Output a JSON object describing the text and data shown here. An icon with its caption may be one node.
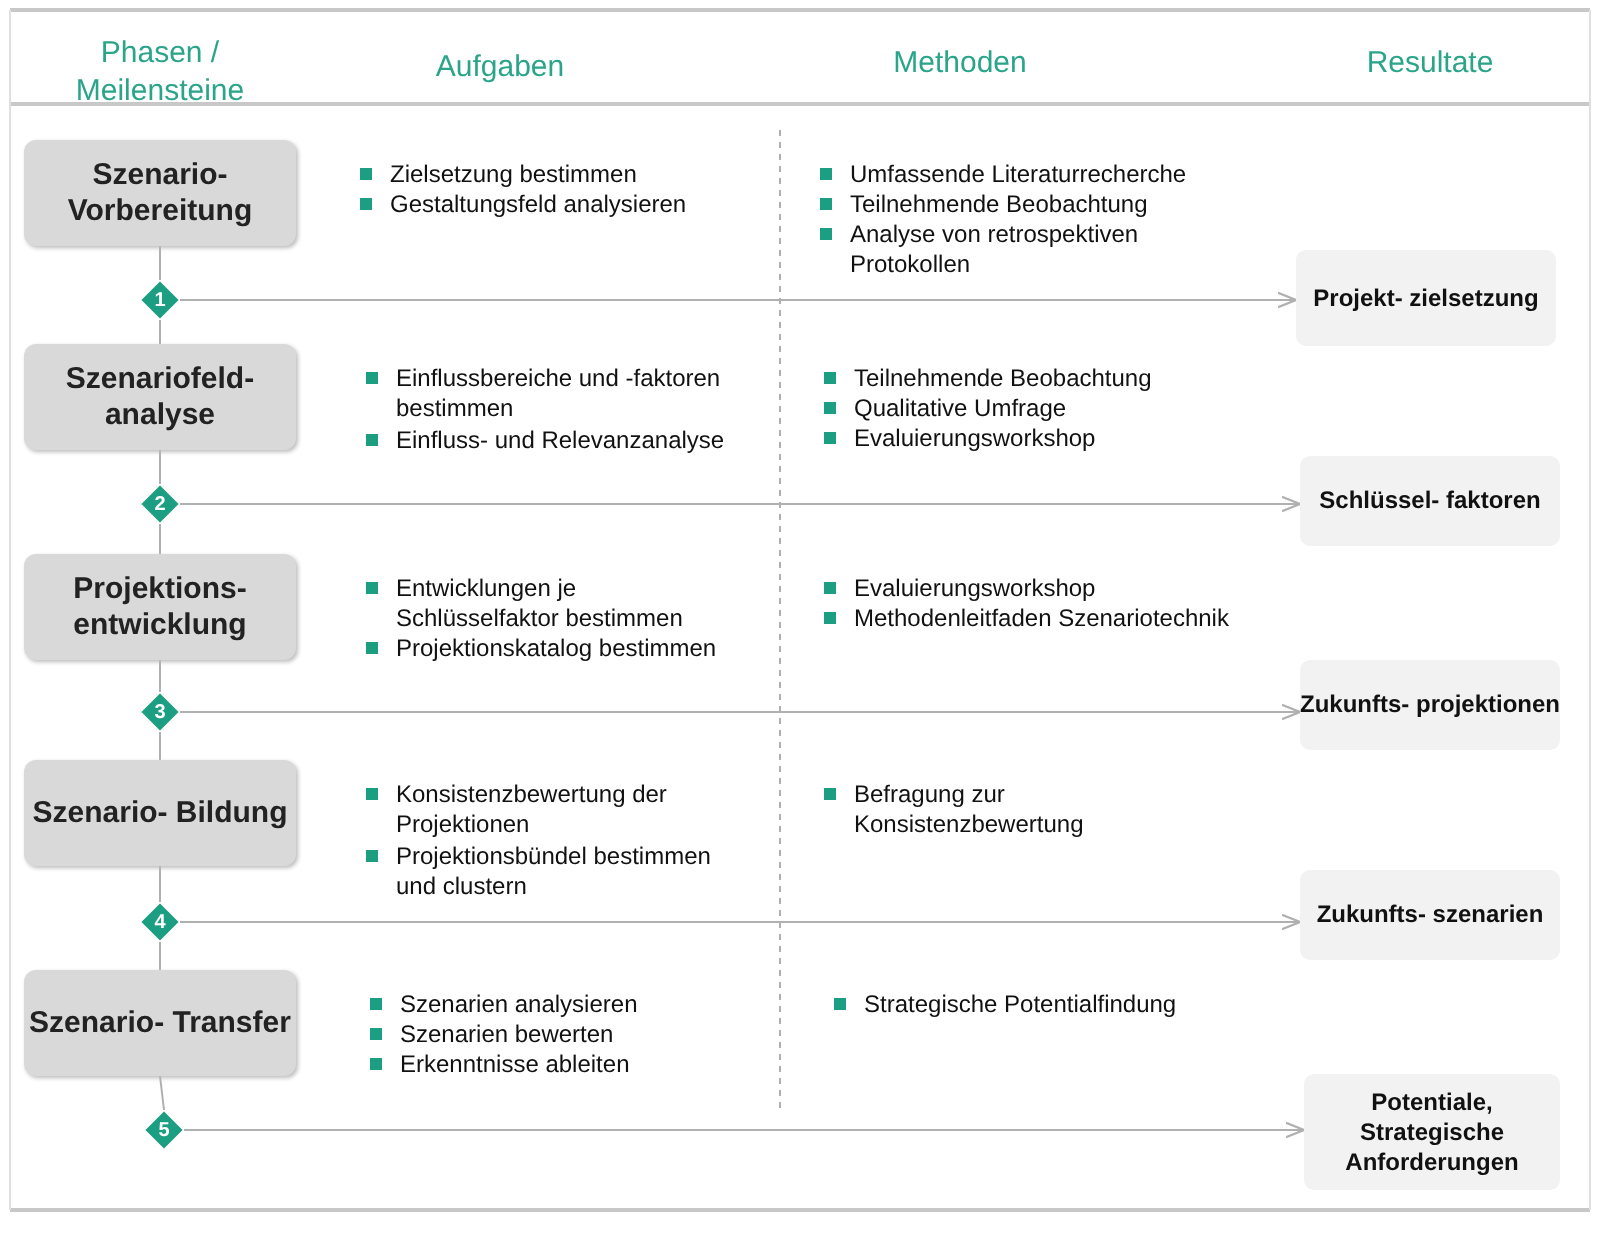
{
  "diagram": {
    "nodes": [
      {
        "text": [
          "Szenario- Vorbereitung"
        ]
      },
      {
        "text": [
          "1"
        ]
      },
      {
        "text": [
          "Projekt- zielsetzung"
        ]
      },
      {
        "text": [
          "Szenariofeld- analyse"
        ]
      },
      {
        "text": [
          "2"
        ]
      },
      {
        "text": [
          "Schlüssel- faktoren"
        ]
      },
      {
        "text": [
          "Projektions- entwicklung"
        ]
      },
      {
        "text": [
          "3"
        ]
      },
      {
        "text": [
          "Zukunfts- projektionen"
        ]
      },
      {
        "text": [
          "Szenario- Bildung"
        ]
      },
      {
        "text": [
          "4"
        ]
      },
      {
        "text": [
          "Zukunfts- szenarien"
        ]
      },
      {
        "text": [
          "Szenario- Transfer"
        ]
      },
      {
        "text": [
          "5"
        ]
      },
      {
        "text": [
          "Potentiale, Strategische Anforderungen"
        ]
      }
    ],
    "edges": [
      {
        "from": 0,
        "to": 1,
        "arrow": "none"
      },
      {
        "from": 1,
        "to": 2,
        "arrow": "to"
      },
      {
        "from": 1,
        "to": 3,
        "arrow": "none"
      },
      {
        "from": 3,
        "to": 4,
        "arrow": "none"
      },
      {
        "from": 4,
        "to": 5,
        "arrow": "to"
      },
      {
        "from": 4,
        "to": 6,
        "arrow": "none"
      },
      {
        "from": 6,
        "to": 7,
        "arrow": "none"
      },
      {
        "from": 7,
        "to": 8,
        "arrow": "to"
      },
      {
        "from": 7,
        "to": 9,
        "arrow": "none"
      },
      {
        "from": 9,
        "to": 10,
        "arrow": "none"
      },
      {
        "from": 10,
        "to": 11,
        "arrow": "to"
      },
      {
        "from": 10,
        "to": 12,
        "arrow": "none"
      },
      {
        "from": 12,
        "to": 13,
        "arrow": "none"
      },
      {
        "from": 13,
        "to": 14,
        "arrow": "to"
      }
    ],
    "labels": [
      "Phasen / Meilensteine",
      "Aufgaben",
      "Methoden",
      "Resultate",
      "Zielsetzung bestimmen",
      "Gestaltungsfeld analysieren",
      "Umfassende Literaturrecherche",
      "Teilnehmende Beobachtung",
      "Analyse von retrospektiven Protokollen",
      "Einflussbereiche und -faktoren bestimmen",
      "Einfluss- und Relevanzanalyse",
      "Teilnehmende Beobachtung",
      "Qualitative Umfrage",
      "Evaluierungsworkshop",
      "Entwicklungen je Schlüsselfaktor bestimmen",
      "Projektionskatalog bestimmen",
      "Evaluierungsworkshop",
      "Methodenleitfaden Szenariotechnik",
      "Konsistenzbewertung der Projektionen",
      "Projektionsbündel bestimmen und clustern",
      "Befragung zur Konsistenzbewertung",
      "Szenarien analysieren",
      "Szenarien bewerten",
      "Erkenntnisse ableiten",
      "Strategische Potentialfindung"
    ]
  }
}
